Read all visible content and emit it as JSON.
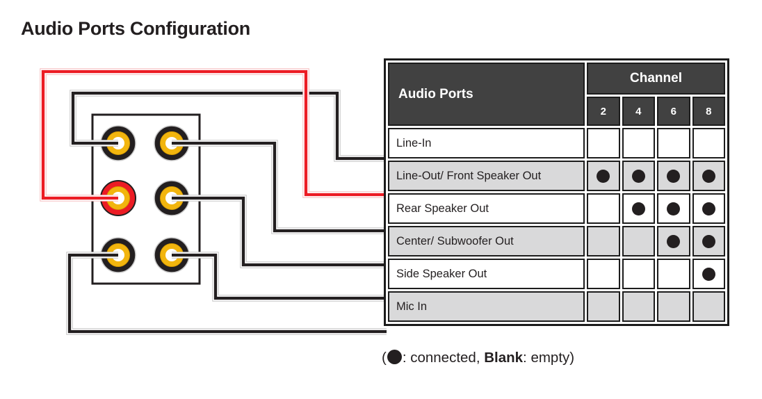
{
  "title": "Audio Ports Configuration",
  "diagram": {
    "ports": [
      {
        "id": "line-in",
        "ring_color": "#231f20"
      },
      {
        "id": "rear-speaker-out",
        "ring_color": "#231f20"
      },
      {
        "id": "line-out-front-speaker-out",
        "ring_color": "#ec1c24"
      },
      {
        "id": "center-subwoofer-out",
        "ring_color": "#231f20"
      },
      {
        "id": "mic-in",
        "ring_color": "#231f20"
      },
      {
        "id": "side-speaker-out",
        "ring_color": "#231f20"
      }
    ],
    "colors": {
      "wire_black": "#231f20",
      "wire_red": "#ec1c24",
      "jack_gold": "#f2b50e",
      "panel_outline": "#231f20"
    }
  },
  "table": {
    "header": {
      "audio_ports": "Audio Ports",
      "channel": "Channel"
    },
    "channels": [
      "2",
      "4",
      "6",
      "8"
    ],
    "rows": [
      {
        "label": "Line-In",
        "connected": [
          false,
          false,
          false,
          false
        ]
      },
      {
        "label": "Line-Out/ Front Speaker Out",
        "connected": [
          true,
          true,
          true,
          true
        ]
      },
      {
        "label": "Rear Speaker Out",
        "connected": [
          false,
          true,
          true,
          true
        ]
      },
      {
        "label": "Center/ Subwoofer Out",
        "connected": [
          false,
          false,
          true,
          true
        ]
      },
      {
        "label": "Side Speaker Out",
        "connected": [
          false,
          false,
          false,
          true
        ]
      },
      {
        "label": "Mic In",
        "connected": [
          false,
          false,
          false,
          false
        ]
      }
    ],
    "header_bg": "#414141",
    "alt_row_bg": "#d9d9da"
  },
  "legend": {
    "open": "(",
    "connected_text": ": connected, ",
    "blank": "Blank",
    "empty_text": ": empty",
    "close": ")"
  }
}
